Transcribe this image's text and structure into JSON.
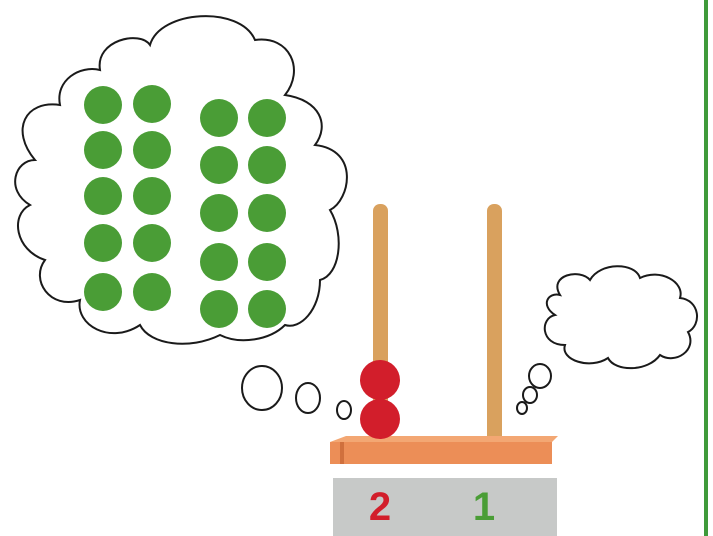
{
  "colors": {
    "counter": "#4a9d36",
    "bead": "#d21e2b",
    "rod": "#d9a15e",
    "base": "#ec8e57",
    "label_bar": "#c7c9c8",
    "tens_label": "#d21e2b",
    "ones_label": "#4a9d36",
    "border": "#3f9a3a"
  },
  "icons": {
    "thought_cloud_left": "thought-cloud",
    "thought_cloud_right": "thought-cloud",
    "abacus": "abacus"
  },
  "thought_counters": {
    "total": 20,
    "groups_of_ten": 2
  },
  "abacus": {
    "tens_beads": 2,
    "ones_beads": 0,
    "labels": {
      "tens": "2",
      "ones": "1"
    }
  }
}
